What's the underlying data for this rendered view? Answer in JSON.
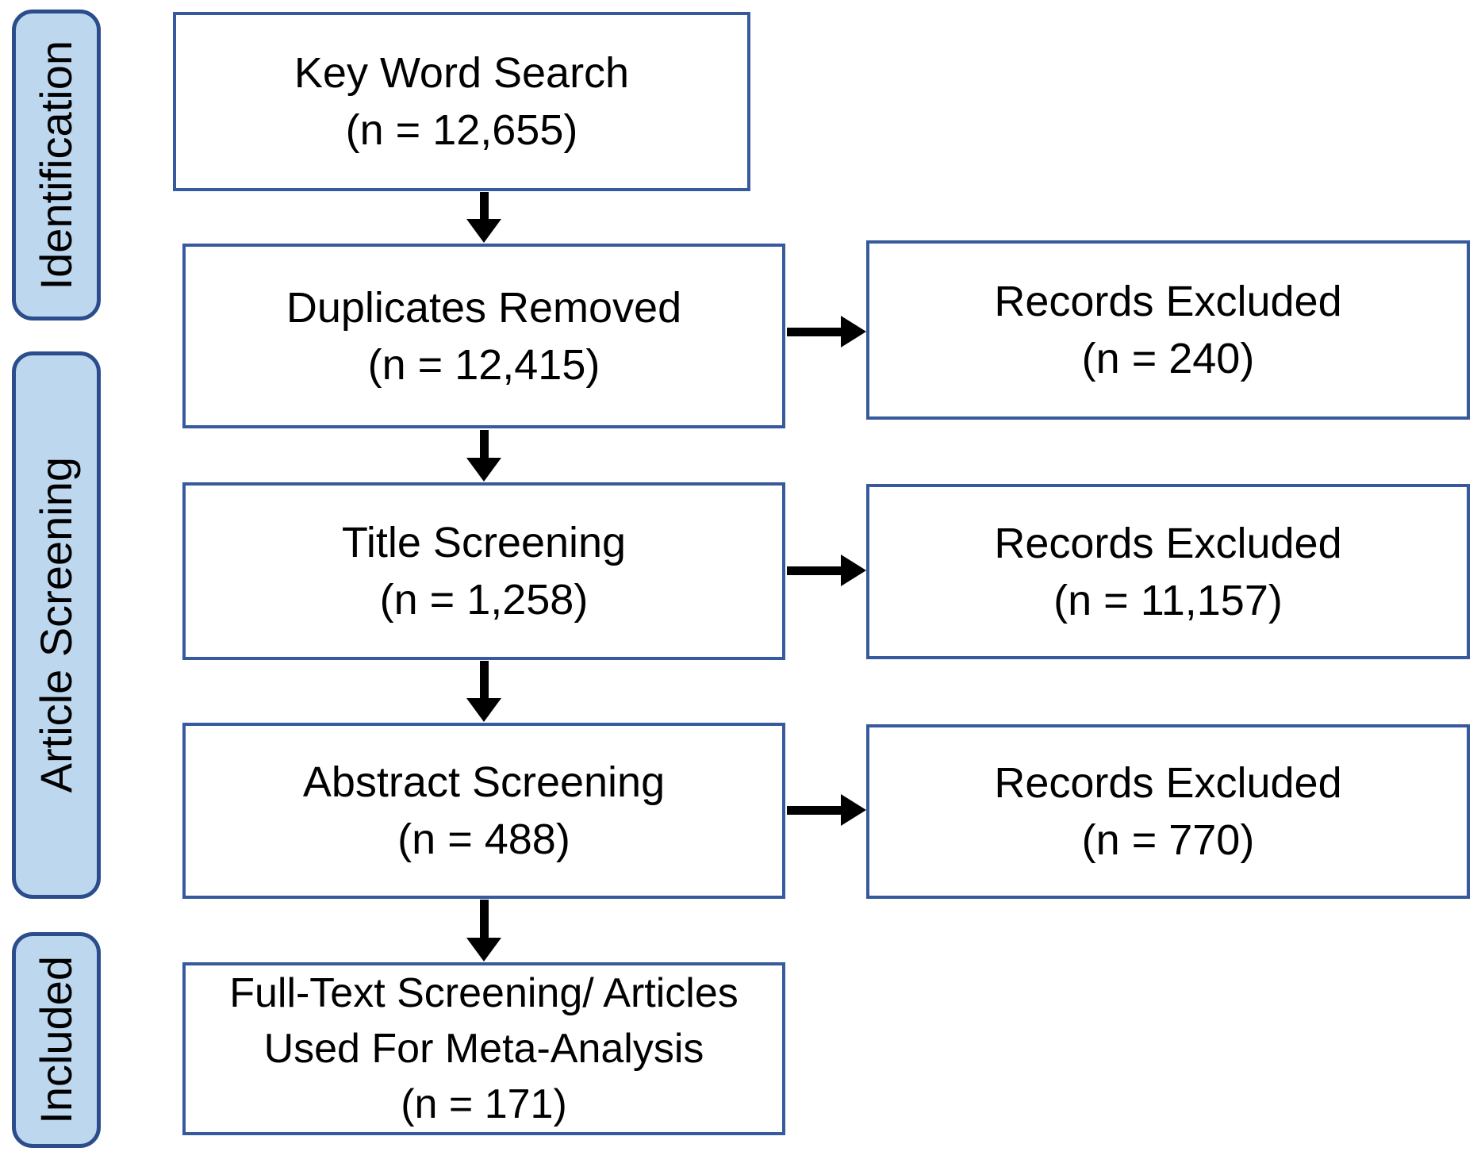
{
  "diagram": {
    "type": "prisma-flowchart",
    "background_color": "#FFFFFF",
    "text_color": "#000000",
    "arrow_color": "#000000"
  },
  "sidebar": {
    "fill_color": "#BDD7EE",
    "border_color": "#2B4D8C",
    "labels": [
      {
        "id": "identification",
        "text": "Identification"
      },
      {
        "id": "article-screening",
        "text": "Article Screening"
      },
      {
        "id": "included",
        "text": "Included"
      }
    ]
  },
  "flow": {
    "box_border_color": "#37599E",
    "main_boxes": [
      {
        "id": "keyword-search",
        "title": "Key Word Search",
        "count": "(n = 12,655)"
      },
      {
        "id": "duplicates-removed",
        "title": "Duplicates Removed",
        "count": "(n = 12,415)"
      },
      {
        "id": "title-screening",
        "title": "Title Screening",
        "count": "(n = 1,258)"
      },
      {
        "id": "abstract-screening",
        "title": "Abstract Screening",
        "count": "(n = 488)"
      },
      {
        "id": "full-text-screening",
        "title_line1": "Full-Text Screening/ Articles",
        "title_line2": "Used For Meta-Analysis",
        "count": "(n = 171)"
      }
    ],
    "exclusion_boxes": [
      {
        "id": "excluded-after-duplicates",
        "title": "Records Excluded",
        "count": "(n = 240)"
      },
      {
        "id": "excluded-after-title",
        "title": "Records Excluded",
        "count": "(n = 11,157)"
      },
      {
        "id": "excluded-after-abstract",
        "title": "Records Excluded",
        "count": "(n = 770)"
      }
    ]
  }
}
